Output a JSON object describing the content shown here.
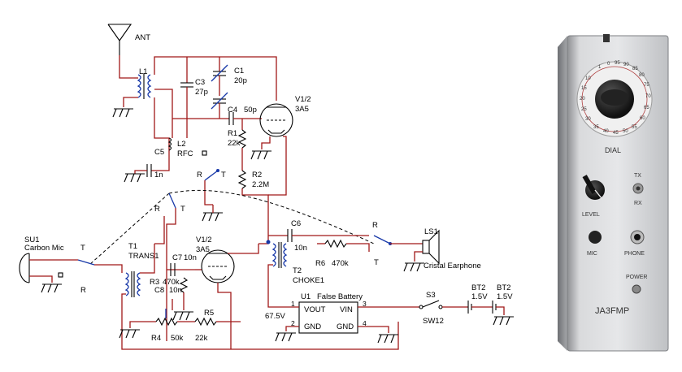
{
  "schematic": {
    "ant": "ANT",
    "l1": "L1",
    "c1": {
      "ref": "C1",
      "val": "20p"
    },
    "c3": {
      "ref": "C3",
      "val": "27p"
    },
    "c4": {
      "ref": "C4",
      "val": "50p"
    },
    "v1a": {
      "ref": "V1/2",
      "val": "3A5"
    },
    "r1": {
      "ref": "R1",
      "val": "22k"
    },
    "l2": {
      "ref": "L2",
      "val": "RFC"
    },
    "c5": {
      "ref": "C5",
      "val": "1n"
    },
    "r2": {
      "ref": "R2",
      "val": "2.2M"
    },
    "sw_r1": "R",
    "sw_t1": "T",
    "sw_r2": "R",
    "sw_t2": "T",
    "c6": "C6",
    "c6val": "10n",
    "sw_r3": "R",
    "sw_t3": "T",
    "ls1": "LS1",
    "ls1name": "Cristal Earphone",
    "r6": {
      "ref": "R6",
      "val": "470k"
    },
    "su1": {
      "ref": "SU1",
      "val": "Carbon Mic"
    },
    "sw_t4": "T",
    "sw_r4": "R",
    "t1": {
      "ref": "T1",
      "val": "TRANS1"
    },
    "v1b": {
      "ref": "V1/2",
      "val": "3A5"
    },
    "c7": {
      "ref": "C7",
      "val": "10n"
    },
    "r3": {
      "ref": "R3",
      "val": "470k"
    },
    "c8": {
      "ref": "C8",
      "val": "10n"
    },
    "t2": {
      "ref": "T2",
      "val": "CHOKE1"
    },
    "r5": {
      "ref": "R5",
      "val": "22k"
    },
    "r4": {
      "ref": "R4",
      "val": "50k"
    },
    "u1": {
      "ref": "U1",
      "val": "False Battery"
    },
    "vout": "VOUT",
    "vin": "VIN",
    "gnd1": "GND",
    "gnd2": "GND",
    "pin1": "1",
    "pin2": "2",
    "pin3": "3",
    "pin4": "4",
    "v675": "67.5V",
    "s3": "S3",
    "sw12": "SW12",
    "bt2a": {
      "ref": "BT2",
      "val": "1.5V"
    },
    "bt2b": {
      "ref": "BT2",
      "val": "1.5V"
    }
  },
  "device": {
    "dial_label": "DIAL",
    "dial_top": [
      "1",
      "0",
      "95",
      "90",
      "85"
    ],
    "dial_left": [
      "10",
      "15",
      "20",
      "25",
      "30"
    ],
    "dial_right": [
      "80",
      "75",
      "70",
      "65",
      "60"
    ],
    "dial_bottom": [
      "35",
      "40",
      "45",
      "50",
      "55"
    ],
    "level_label": "LEVEL",
    "tx_label": "TX",
    "rx_label": "RX",
    "mic_label": "MIC",
    "phone_label": "PHONE",
    "power_label": "POWER",
    "callsign": "JA3FMP"
  }
}
